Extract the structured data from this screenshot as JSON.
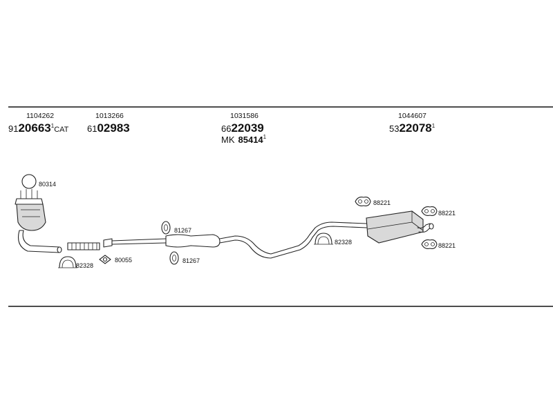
{
  "parts": [
    {
      "ref": "1104262",
      "prefix": "91",
      "number": "20663",
      "marker": "1",
      "suffix": "CAT"
    },
    {
      "ref": "1013266",
      "prefix": "61",
      "number": "02983"
    },
    {
      "ref": "1031586",
      "prefix": "66",
      "number": "22039",
      "sub_prefix": "MK",
      "sub_number": "85414",
      "sub_marker": "1"
    },
    {
      "ref": "1044607",
      "prefix": "53",
      "number": "22078",
      "marker": "1"
    }
  ],
  "fittings": {
    "ring_top": "80314",
    "clamp_front": "82328",
    "gasket_front": "80055",
    "bracket_mid_top": "81267",
    "bracket_mid_bottom": "81267",
    "clamp_rear": "82328",
    "hanger_top": "88221",
    "hanger_right": "88221",
    "hanger_bottom": "88221"
  }
}
